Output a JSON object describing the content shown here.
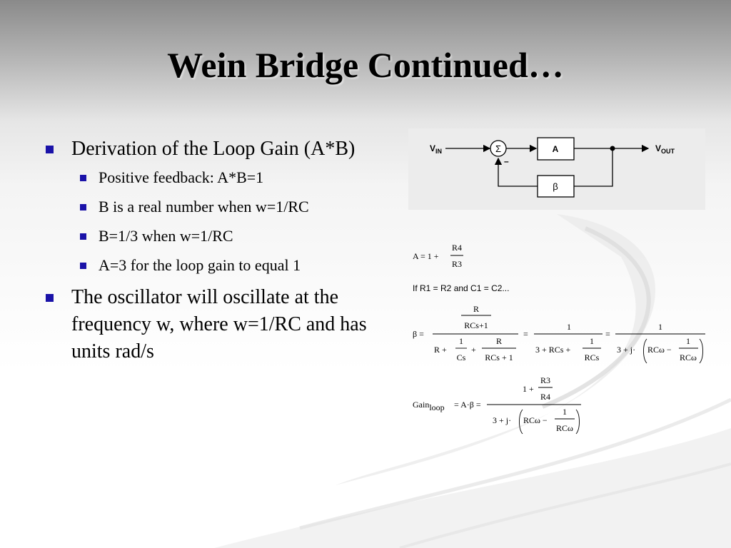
{
  "title": "Wein Bridge Continued…",
  "bullets": [
    {
      "text": "Derivation of the Loop Gain (A*B)",
      "sub": [
        "Positive feedback: A*B=1",
        "B is a real number when w=1/RC",
        "B=1/3 when w=1/RC",
        "A=3 for the loop gain to equal 1"
      ]
    },
    {
      "text": "The oscillator will oscillate at the frequency w, where w=1/RC and has units rad/s"
    }
  ],
  "diagram": {
    "vin": "V",
    "vin_sub": "IN",
    "vout": "V",
    "vout_sub": "OUT",
    "sum_symbol": "Σ",
    "minus_sign": "–",
    "block_a": "A",
    "block_beta": "β"
  },
  "equations": {
    "a_lhs": "A = 1 +",
    "a_num": "R4",
    "a_den": "R3",
    "condition": "If R1 = R2 and C1 = C2...",
    "beta_lhs": "β =",
    "b1_num_top": "R",
    "b1_num_bottom": "RCs+1",
    "b1_den_r": "R +",
    "b1_den_f1_num": "1",
    "b1_den_f1_den": "Cs",
    "b1_den_plus": "+",
    "b1_den_f2_num": "R",
    "b1_den_f2_den": "RCs + 1",
    "eq1": "=",
    "b2_num": "1",
    "b2_den_a": "3 + RCs +",
    "b2_den_f_num": "1",
    "b2_den_f_den": "RCs",
    "eq2": "=",
    "b3_num": "1",
    "b3_den_a": "3 + j·",
    "b3_den_b": "RCω −",
    "b3_den_f_num": "1",
    "b3_den_f_den": "RCω",
    "gain_lhs": "Gain",
    "gain_sub": "loop",
    "gain_eq": "= A·β =",
    "g_num_a": "1 +",
    "g_num_f_num": "R3",
    "g_num_f_den": "R4",
    "g_den_a": "3 + j·",
    "g_den_b": "RCω −",
    "g_den_f_num": "1",
    "g_den_f_den": "RCω"
  }
}
